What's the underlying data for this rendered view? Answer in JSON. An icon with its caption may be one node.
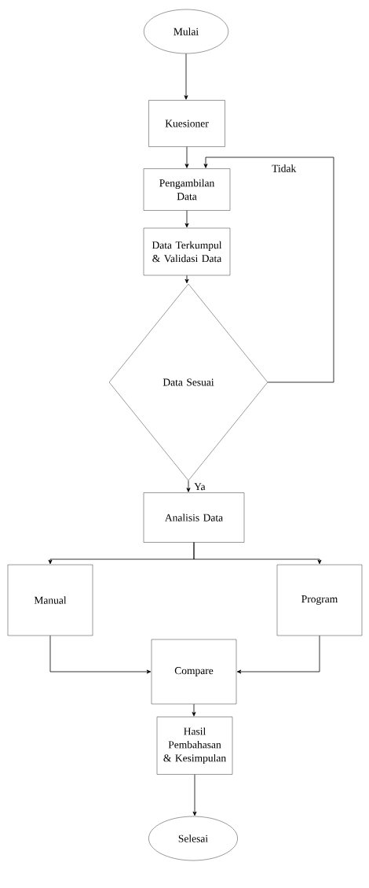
{
  "diagram": {
    "nodes": [
      {
        "text": [
          "Mulai"
        ]
      },
      {
        "text": [
          "Kuesioner"
        ]
      },
      {
        "text": [
          "Pengambilan Data"
        ]
      },
      {
        "text": [
          "Data Terkumpul & Validasi Data"
        ]
      },
      {
        "text": [
          "Data Sesuai"
        ]
      },
      {
        "text": [
          "Analisis Data"
        ]
      },
      {
        "text": [
          "Manual"
        ]
      },
      {
        "text": [
          "Program"
        ]
      },
      {
        "text": [
          "Compare"
        ]
      },
      {
        "text": [
          "Hasil Pembahasan & Kesimpulan"
        ]
      },
      {
        "text": [
          "Selesai"
        ]
      }
    ],
    "edges": [
      {
        "from": 0,
        "to": 1,
        "arrow": "to"
      },
      {
        "from": 1,
        "to": 2,
        "arrow": "to"
      },
      {
        "from": 2,
        "to": 3,
        "arrow": "to"
      },
      {
        "from": 3,
        "to": 4,
        "arrow": "to"
      },
      {
        "from": 4,
        "to": 2,
        "arrow": "to",
        "label": "Tidak"
      },
      {
        "from": 4,
        "to": 5,
        "arrow": "to",
        "label": "Ya"
      },
      {
        "from": 5,
        "to": 6,
        "arrow": "to"
      },
      {
        "from": 5,
        "to": 7,
        "arrow": "to"
      },
      {
        "from": 6,
        "to": 8,
        "arrow": "to"
      },
      {
        "from": 7,
        "to": 8,
        "arrow": "to"
      },
      {
        "from": 8,
        "to": 9,
        "arrow": "to"
      },
      {
        "from": 9,
        "to": 10,
        "arrow": "to"
      }
    ]
  }
}
